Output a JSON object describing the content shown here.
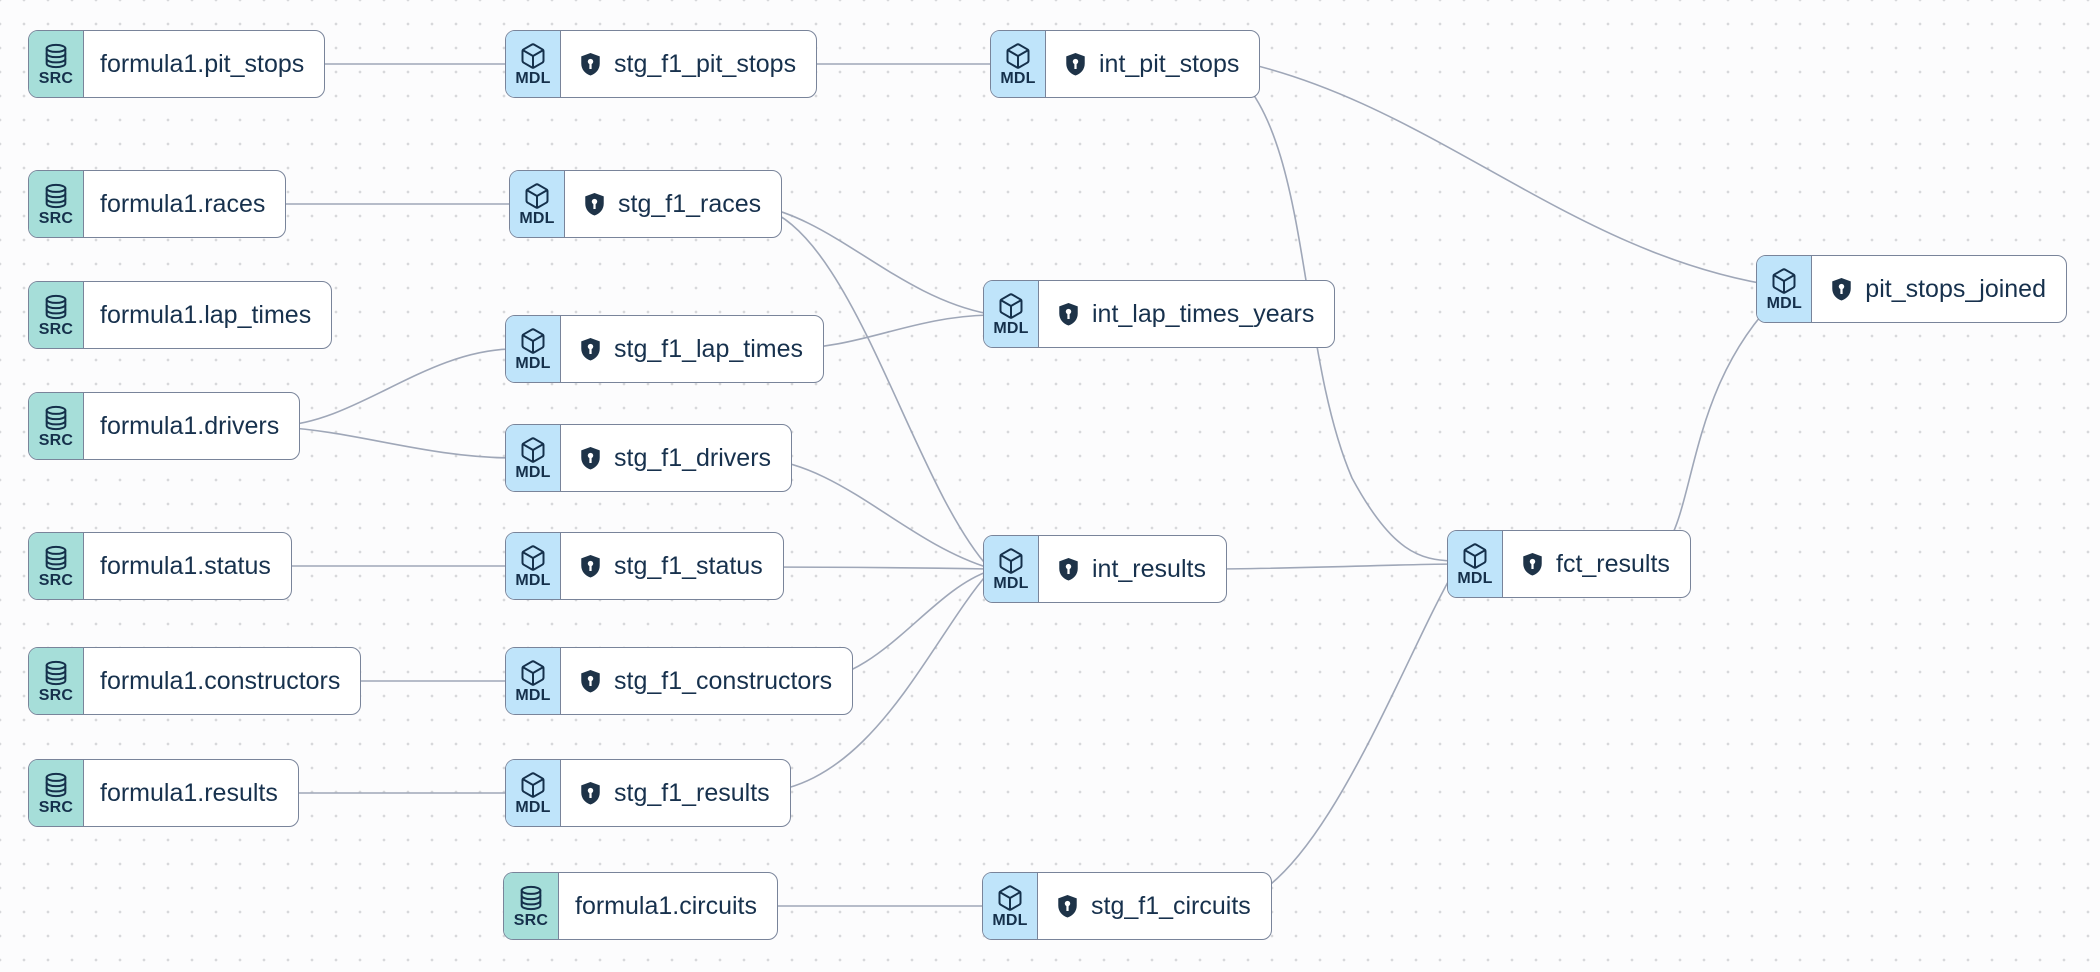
{
  "canvas": {
    "type": "dbt-lineage-graph"
  },
  "badges": {
    "source": "SRC",
    "model": "MDL"
  },
  "colors": {
    "source_icon_bg": "#a6ded9",
    "model_icon_bg": "#bfe4fa",
    "node_border": "#79849a",
    "edge": "#9fa7b8",
    "label_text": "#17314d",
    "shield": "#1e3348",
    "background_dot": "#d7d8db"
  },
  "nodes": [
    {
      "id": "formula1.pit_stops",
      "kind": "source",
      "badge": "SRC",
      "label": "formula1.pit_stops"
    },
    {
      "id": "formula1.races",
      "kind": "source",
      "badge": "SRC",
      "label": "formula1.races"
    },
    {
      "id": "formula1.lap_times",
      "kind": "source",
      "badge": "SRC",
      "label": "formula1.lap_times"
    },
    {
      "id": "formula1.drivers",
      "kind": "source",
      "badge": "SRC",
      "label": "formula1.drivers"
    },
    {
      "id": "formula1.status",
      "kind": "source",
      "badge": "SRC",
      "label": "formula1.status"
    },
    {
      "id": "formula1.constructors",
      "kind": "source",
      "badge": "SRC",
      "label": "formula1.constructors"
    },
    {
      "id": "formula1.results",
      "kind": "source",
      "badge": "SRC",
      "label": "formula1.results"
    },
    {
      "id": "formula1.circuits",
      "kind": "source",
      "badge": "SRC",
      "label": "formula1.circuits"
    },
    {
      "id": "stg_f1_pit_stops",
      "kind": "model",
      "badge": "MDL",
      "label": "stg_f1_pit_stops"
    },
    {
      "id": "stg_f1_races",
      "kind": "model",
      "badge": "MDL",
      "label": "stg_f1_races"
    },
    {
      "id": "stg_f1_lap_times",
      "kind": "model",
      "badge": "MDL",
      "label": "stg_f1_lap_times"
    },
    {
      "id": "stg_f1_drivers",
      "kind": "model",
      "badge": "MDL",
      "label": "stg_f1_drivers"
    },
    {
      "id": "stg_f1_status",
      "kind": "model",
      "badge": "MDL",
      "label": "stg_f1_status"
    },
    {
      "id": "stg_f1_constructors",
      "kind": "model",
      "badge": "MDL",
      "label": "stg_f1_constructors"
    },
    {
      "id": "stg_f1_results",
      "kind": "model",
      "badge": "MDL",
      "label": "stg_f1_results"
    },
    {
      "id": "stg_f1_circuits",
      "kind": "model",
      "badge": "MDL",
      "label": "stg_f1_circuits"
    },
    {
      "id": "int_pit_stops",
      "kind": "model",
      "badge": "MDL",
      "label": "int_pit_stops"
    },
    {
      "id": "int_lap_times_years",
      "kind": "model",
      "badge": "MDL",
      "label": "int_lap_times_years"
    },
    {
      "id": "int_results",
      "kind": "model",
      "badge": "MDL",
      "label": "int_results"
    },
    {
      "id": "fct_results",
      "kind": "model",
      "badge": "MDL",
      "label": "fct_results"
    },
    {
      "id": "pit_stops_joined",
      "kind": "model",
      "badge": "MDL",
      "label": "pit_stops_joined"
    }
  ],
  "edges": [
    {
      "from": "formula1.pit_stops",
      "to": "stg_f1_pit_stops"
    },
    {
      "from": "stg_f1_pit_stops",
      "to": "int_pit_stops"
    },
    {
      "from": "int_pit_stops",
      "to": "pit_stops_joined"
    },
    {
      "from": "int_pit_stops",
      "to": "fct_results"
    },
    {
      "from": "formula1.races",
      "to": "stg_f1_races"
    },
    {
      "from": "stg_f1_races",
      "to": "int_lap_times_years"
    },
    {
      "from": "stg_f1_races",
      "to": "int_results"
    },
    {
      "from": "formula1.drivers",
      "to": "stg_f1_lap_times"
    },
    {
      "from": "formula1.drivers",
      "to": "stg_f1_drivers"
    },
    {
      "from": "stg_f1_lap_times",
      "to": "int_lap_times_years"
    },
    {
      "from": "stg_f1_drivers",
      "to": "int_results"
    },
    {
      "from": "formula1.status",
      "to": "stg_f1_status"
    },
    {
      "from": "stg_f1_status",
      "to": "int_results"
    },
    {
      "from": "formula1.constructors",
      "to": "stg_f1_constructors"
    },
    {
      "from": "stg_f1_constructors",
      "to": "int_results"
    },
    {
      "from": "formula1.results",
      "to": "stg_f1_results"
    },
    {
      "from": "stg_f1_results",
      "to": "int_results"
    },
    {
      "from": "formula1.circuits",
      "to": "stg_f1_circuits"
    },
    {
      "from": "stg_f1_circuits",
      "to": "fct_results"
    },
    {
      "from": "int_results",
      "to": "fct_results"
    },
    {
      "from": "fct_results",
      "to": "pit_stops_joined"
    }
  ]
}
